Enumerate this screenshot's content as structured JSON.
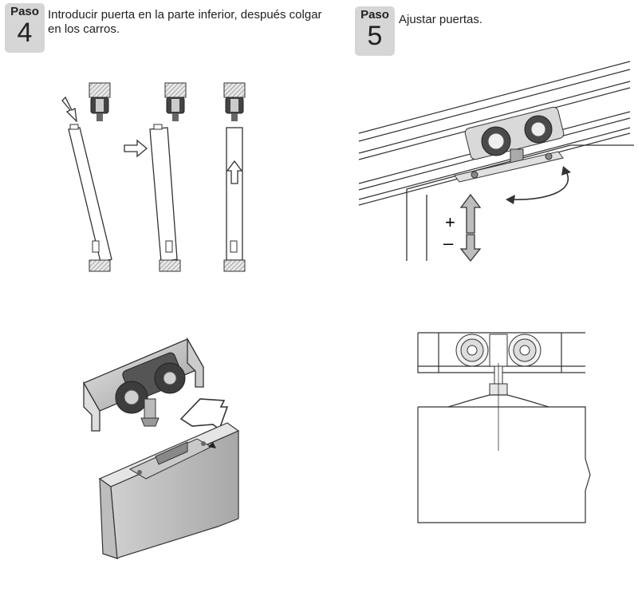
{
  "steps": [
    {
      "word": "Paso",
      "number": "4",
      "text": "Introducir puerta en la parte inferior, después colgar en los carros."
    },
    {
      "word": "Paso",
      "number": "5",
      "text": "Ajustar puertas."
    }
  ],
  "adjust_symbols": {
    "plus": "+",
    "minus": "–"
  }
}
